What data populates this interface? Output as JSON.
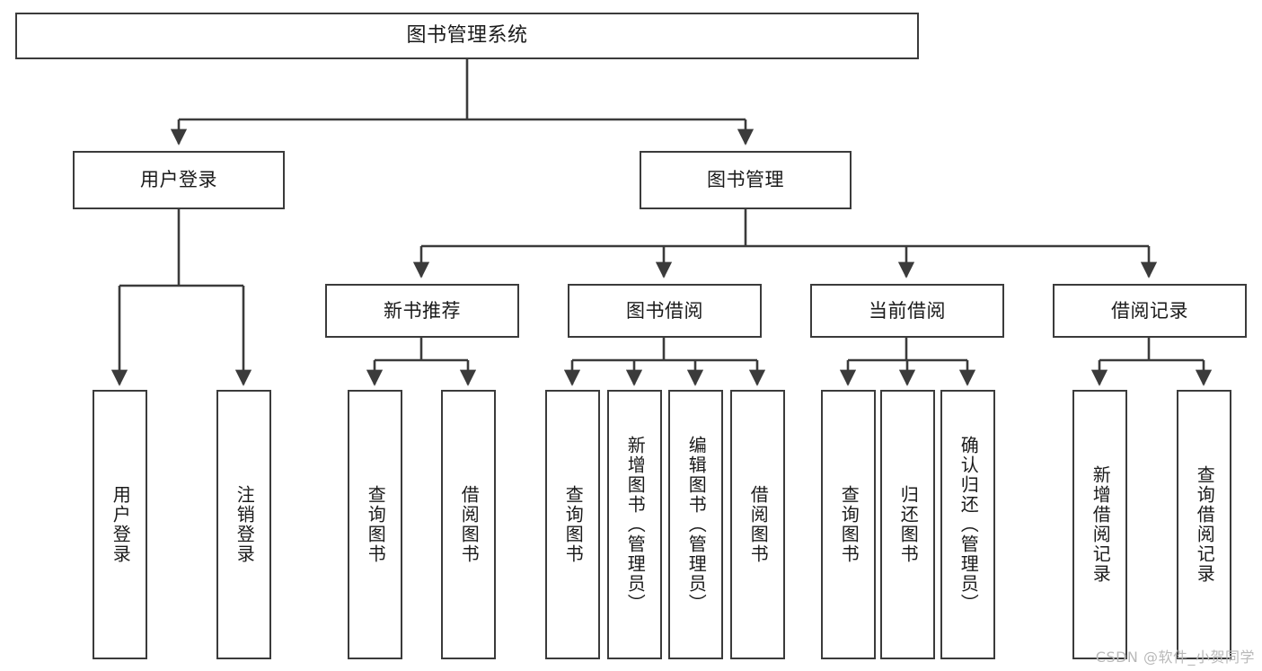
{
  "diagram": {
    "type": "tree-hierarchy-chart",
    "title": "图书管理系统",
    "stroke_color": "#3b3b3b",
    "background_color": "#ffffff",
    "text_color": "#1a1a1a",
    "root": {
      "id": "root",
      "label": "图书管理系统",
      "orientation": "horizontal"
    },
    "level2": [
      {
        "id": "user-login",
        "label": "用户登录",
        "orientation": "horizontal"
      },
      {
        "id": "book-manage",
        "label": "图书管理",
        "orientation": "horizontal"
      }
    ],
    "level3": [
      {
        "id": "new-book-recommend",
        "label": "新书推荐",
        "orientation": "horizontal",
        "parent": "book-manage"
      },
      {
        "id": "book-borrow",
        "label": "图书借阅",
        "orientation": "horizontal",
        "parent": "book-manage"
      },
      {
        "id": "current-borrow",
        "label": "当前借阅",
        "orientation": "horizontal",
        "parent": "book-manage"
      },
      {
        "id": "borrow-record",
        "label": "借阅记录",
        "orientation": "horizontal",
        "parent": "book-manage"
      }
    ],
    "leaves": [
      {
        "id": "leaf-user-login",
        "label": "用户登录",
        "orientation": "vertical",
        "parent": "user-login"
      },
      {
        "id": "leaf-logout",
        "label": "注销登录",
        "orientation": "vertical",
        "parent": "user-login"
      },
      {
        "id": "leaf-query-book-1",
        "label": "查询图书",
        "orientation": "vertical",
        "parent": "new-book-recommend"
      },
      {
        "id": "leaf-borrow-book-1",
        "label": "借阅图书",
        "orientation": "vertical",
        "parent": "new-book-recommend"
      },
      {
        "id": "leaf-query-book-2",
        "label": "查询图书",
        "orientation": "vertical",
        "parent": "book-borrow"
      },
      {
        "id": "leaf-add-book",
        "label": "新增图书（管理员）",
        "orientation": "vertical",
        "parent": "book-borrow"
      },
      {
        "id": "leaf-edit-book",
        "label": "编辑图书（管理员）",
        "orientation": "vertical",
        "parent": "book-borrow"
      },
      {
        "id": "leaf-borrow-book-2",
        "label": "借阅图书",
        "orientation": "vertical",
        "parent": "book-borrow"
      },
      {
        "id": "leaf-query-book-3",
        "label": "查询图书",
        "orientation": "vertical",
        "parent": "current-borrow"
      },
      {
        "id": "leaf-return-book",
        "label": "归还图书",
        "orientation": "vertical",
        "parent": "current-borrow"
      },
      {
        "id": "leaf-confirm-return",
        "label": "确认归还（管理员）",
        "orientation": "vertical",
        "parent": "current-borrow"
      },
      {
        "id": "leaf-add-record",
        "label": "新增借阅记录",
        "orientation": "vertical",
        "parent": "borrow-record"
      },
      {
        "id": "leaf-query-record",
        "label": "查询借阅记录",
        "orientation": "vertical",
        "parent": "borrow-record"
      }
    ]
  },
  "watermark": {
    "text": "CSDN @软件_小贺同学"
  }
}
